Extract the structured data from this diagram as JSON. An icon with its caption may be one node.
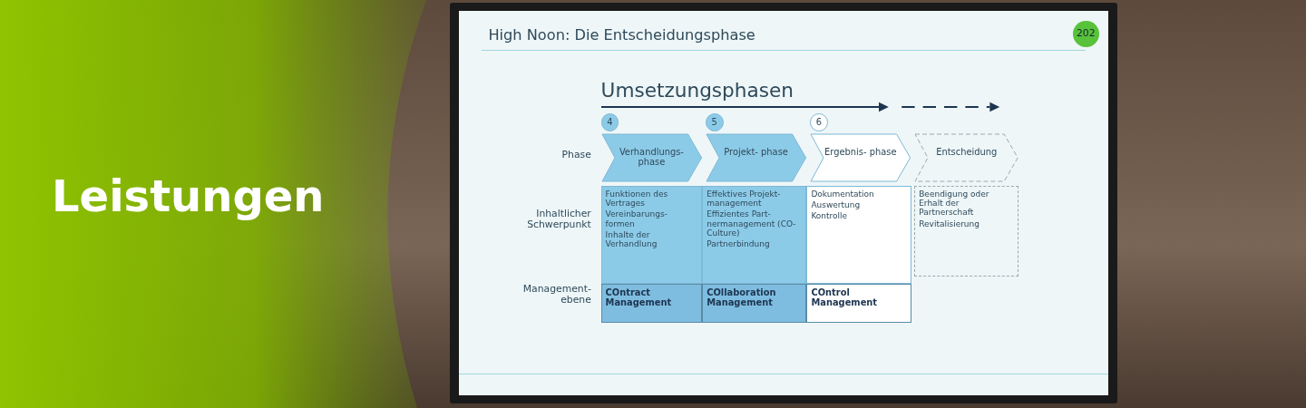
{
  "diagram": {
    "title": "Leistungen",
    "nodes": [
      {
        "text": [
          "4"
        ]
      },
      {
        "text": [
          "Verhandlungs- phase"
        ]
      },
      {
        "text": [
          "5"
        ]
      },
      {
        "text": [
          "Projekt- phase"
        ]
      },
      {
        "text": [
          "6"
        ]
      },
      {
        "text": [
          "Ergebnis- phase"
        ]
      },
      {
        "text": [
          "Entscheidung"
        ]
      },
      {
        "text": [
          "Funktionen des Vertrages",
          "Vereinbarungs- formen",
          "Inhalte der Verhandlung"
        ]
      },
      {
        "text": [
          "Effektives Projekt- management",
          "Effizientes Part- nermanagement (CO-Culture)",
          "Partnerbindung"
        ]
      },
      {
        "text": [
          "Dokumentation",
          "Auswertung",
          "Kontrolle"
        ]
      },
      {
        "text": [
          "Beendigung oder Erhalt der Partnerschaft",
          "Revitalisierung"
        ]
      },
      {
        "text": [
          "COntract Management"
        ]
      },
      {
        "text": [
          "COllaboration Management"
        ]
      },
      {
        "text": [
          "COntrol Management"
        ]
      }
    ],
    "labels": [
      "High Noon: Die Entscheidungsphase",
      "202",
      "Umsetzungsphasen",
      "Phase",
      "Inhaltlicher Schwerpunkt",
      "Management- ebene"
    ]
  }
}
